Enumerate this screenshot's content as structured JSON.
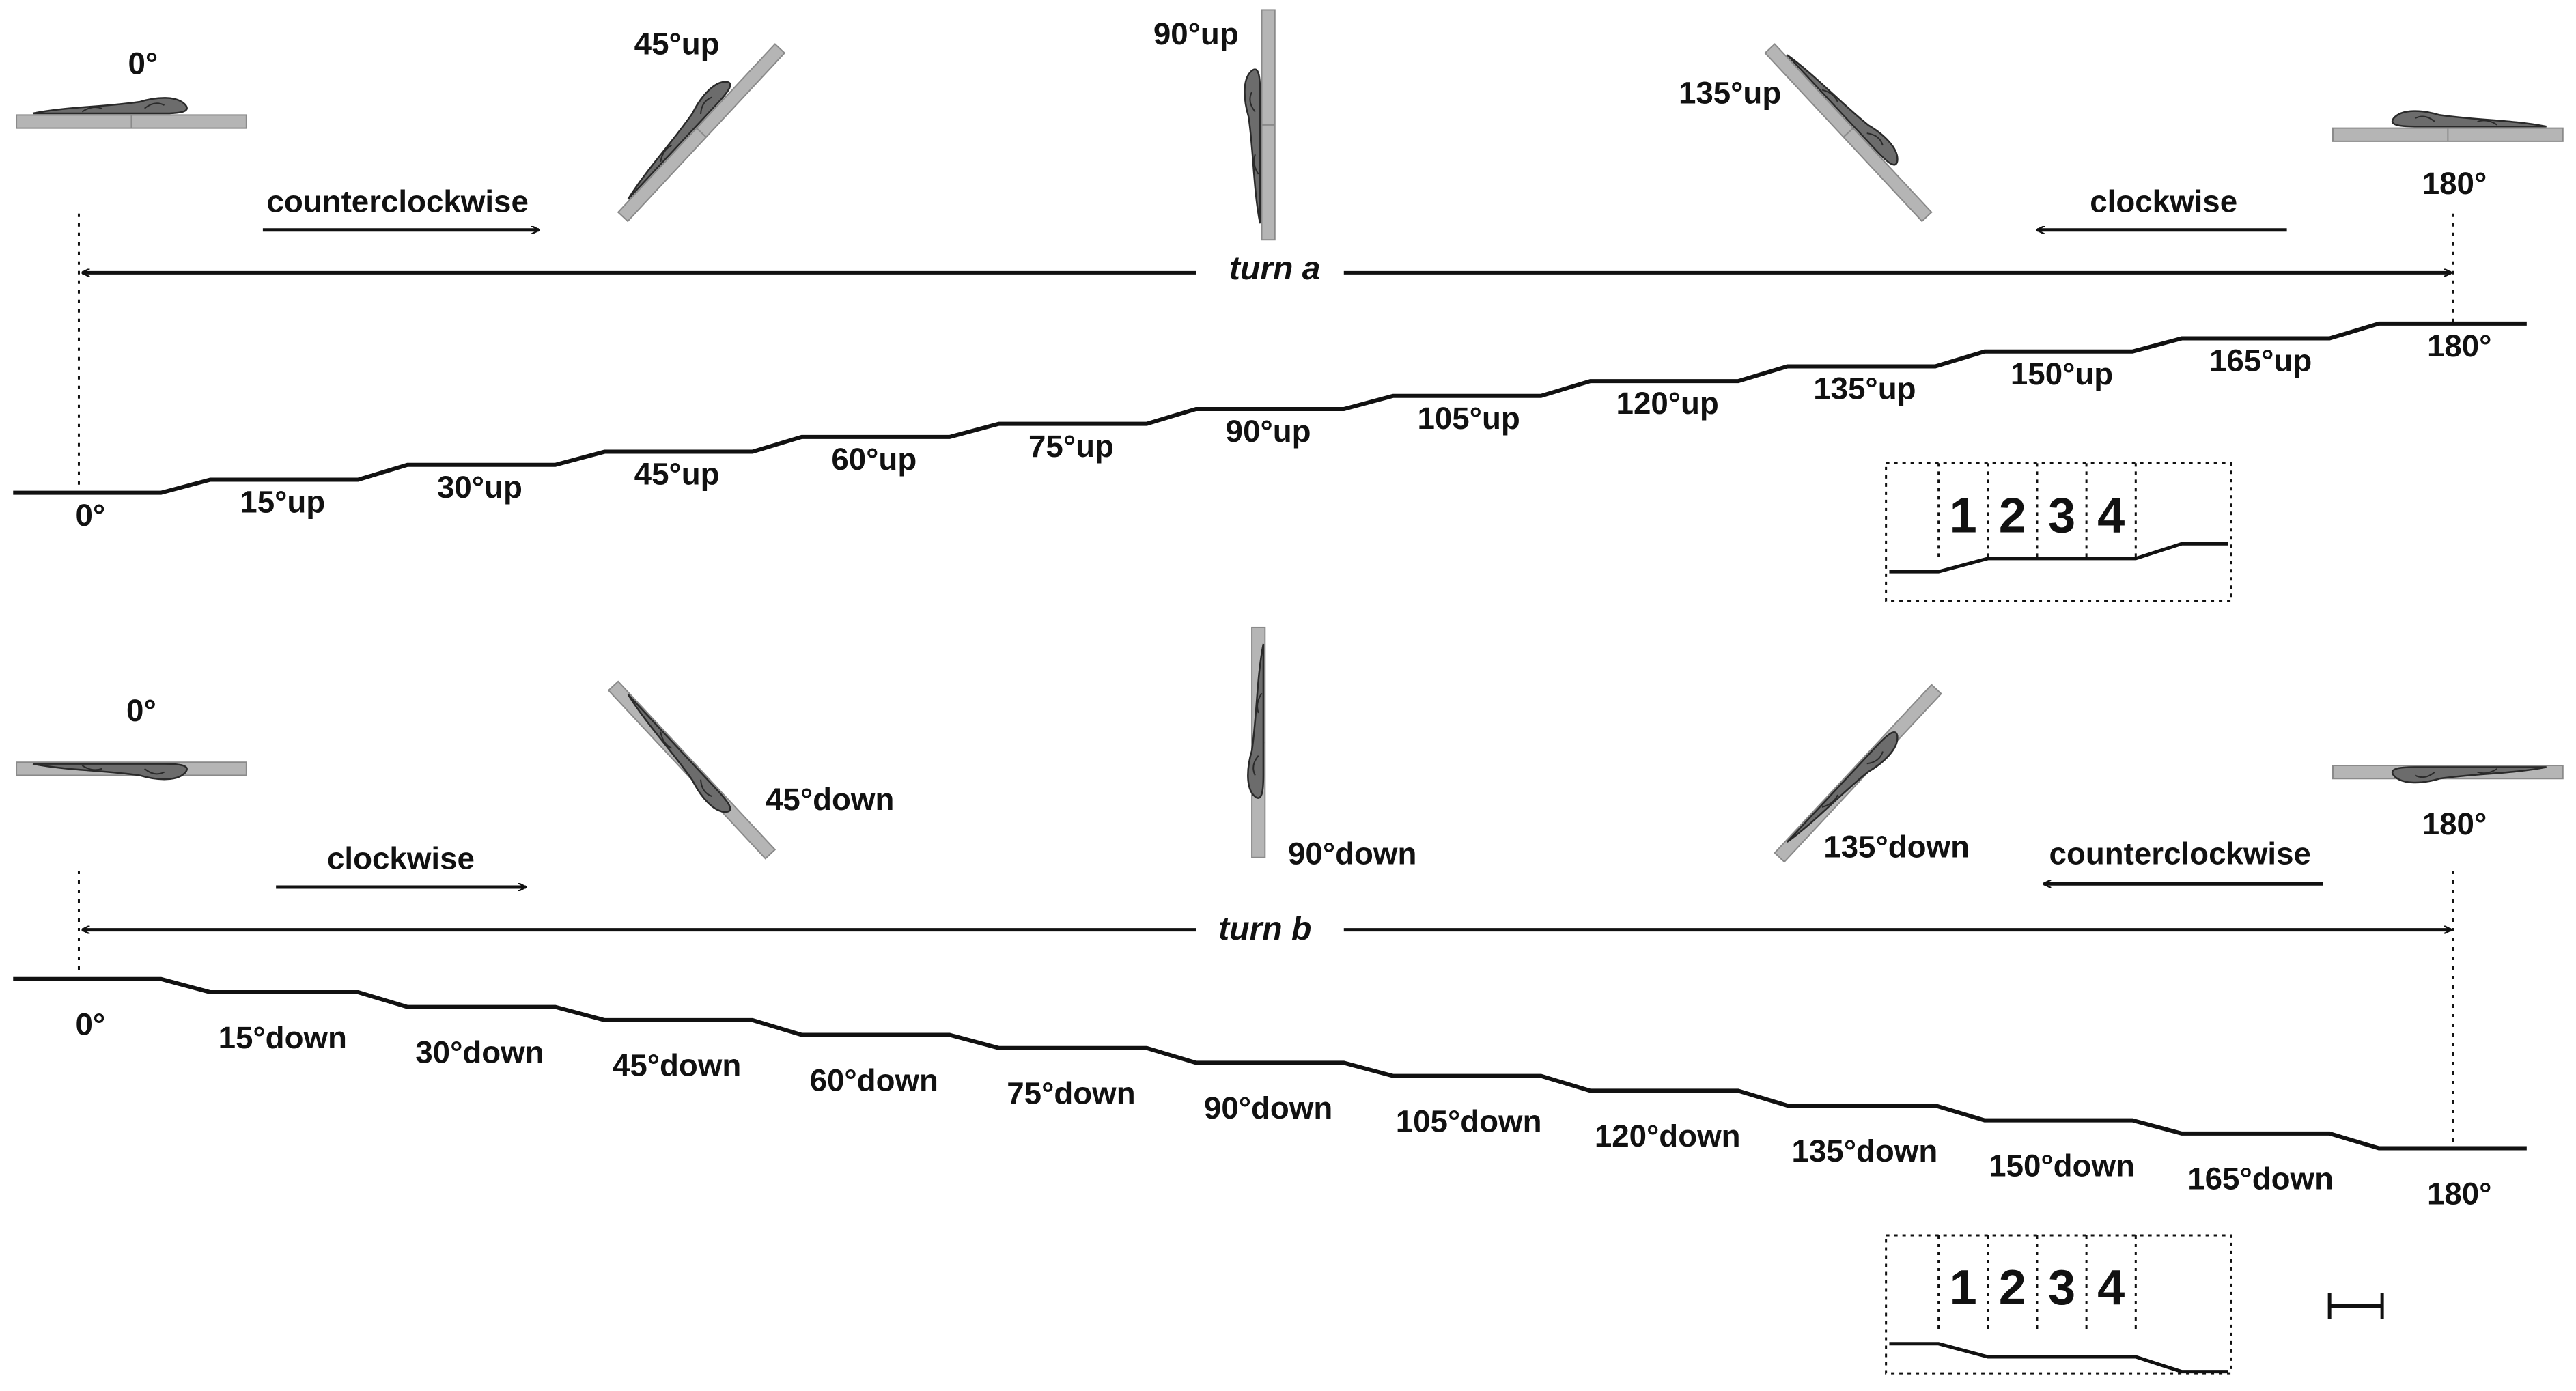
{
  "colors": {
    "line": "#111111",
    "platform": "#b5b5b5",
    "platform_edge": "#8a8a8a",
    "body": "#6c6c6c",
    "body_edge": "#2a2a2a",
    "background": "#ffffff"
  },
  "panels": [
    {
      "id": "a",
      "turn_label": "turn a",
      "left_arrow_label": "counterclockwise",
      "right_arrow_label": "clockwise",
      "poses": [
        {
          "angle_deg": 0,
          "label": "0°",
          "side": "up"
        },
        {
          "angle_deg": 45,
          "label": "45°up",
          "side": "up"
        },
        {
          "angle_deg": 90,
          "label": "90°up",
          "side": "up"
        },
        {
          "angle_deg": 135,
          "label": "135°up",
          "side": "up"
        },
        {
          "angle_deg": 180,
          "label": "180°",
          "side": "up"
        }
      ],
      "step_labels": [
        "0°",
        "15°up",
        "30°up",
        "45°up",
        "60°up",
        "75°up",
        "90°up",
        "105°up",
        "120°up",
        "135°up",
        "150°up",
        "165°up",
        "180°"
      ],
      "inset": {
        "labels": [
          "1",
          "2",
          "3",
          "4"
        ],
        "direction": "up"
      }
    },
    {
      "id": "b",
      "turn_label": "turn b",
      "left_arrow_label": "clockwise",
      "right_arrow_label": "counterclockwise",
      "poses": [
        {
          "angle_deg": 0,
          "label": "0°",
          "side": "down"
        },
        {
          "angle_deg": 45,
          "label": "45°down",
          "side": "down"
        },
        {
          "angle_deg": 90,
          "label": "90°down",
          "side": "down"
        },
        {
          "angle_deg": 135,
          "label": "135°down",
          "side": "down"
        },
        {
          "angle_deg": 180,
          "label": "180°",
          "side": "down"
        }
      ],
      "step_labels": [
        "0°",
        "15°down",
        "30°down",
        "45°down",
        "60°down",
        "75°down",
        "90°down",
        "105°down",
        "120°down",
        "135°down",
        "150°down",
        "165°down",
        "180°"
      ],
      "inset": {
        "labels": [
          "1",
          "2",
          "3",
          "4"
        ],
        "direction": "down"
      }
    }
  ],
  "scale_bar": {
    "label": ""
  }
}
